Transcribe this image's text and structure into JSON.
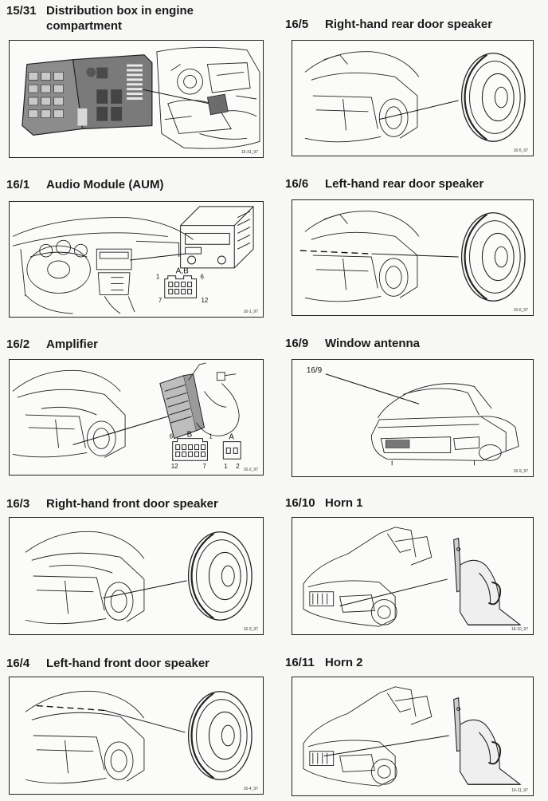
{
  "items": [
    {
      "number": "15/31",
      "title_lines": [
        "Distribution box in engine",
        "compartment"
      ],
      "code": "15-31_97"
    },
    {
      "number": "16/5",
      "title_lines": [
        "Right-hand rear door speaker"
      ],
      "code": "16-5_97"
    },
    {
      "number": "16/1",
      "title_lines": [
        "Audio Module (AUM)"
      ],
      "code": "16-1_97",
      "connector": {
        "label_top": "A,B",
        "pin_tl": "1",
        "pin_tr": "6",
        "pin_bl": "7",
        "pin_br": "12"
      }
    },
    {
      "number": "16/6",
      "title_lines": [
        "Left-hand rear door speaker"
      ],
      "code": "16-6_97"
    },
    {
      "number": "16/2",
      "title_lines": [
        "Amplifier"
      ],
      "code": "16-2_97",
      "connector_b": {
        "label": "B",
        "pin_tl": "6",
        "pin_tr": "1",
        "pin_bl": "12",
        "pin_br": "7"
      },
      "connector_a": {
        "label": "A",
        "pin_l": "1",
        "pin_r": "2"
      }
    },
    {
      "number": "16/9",
      "title_lines": [
        "Window antenna"
      ],
      "code": "16-9_97",
      "callout": "16/9"
    },
    {
      "number": "16/3",
      "title_lines": [
        "Right-hand front door speaker"
      ],
      "code": "16-3_97"
    },
    {
      "number": "16/10",
      "title_lines": [
        "Horn 1"
      ],
      "code": "16-10_97"
    },
    {
      "number": "16/4",
      "title_lines": [
        "Left-hand front door speaker"
      ],
      "code": "16-4_97"
    },
    {
      "number": "16/11",
      "title_lines": [
        "Horn 2"
      ],
      "code": "16-11_97"
    }
  ]
}
